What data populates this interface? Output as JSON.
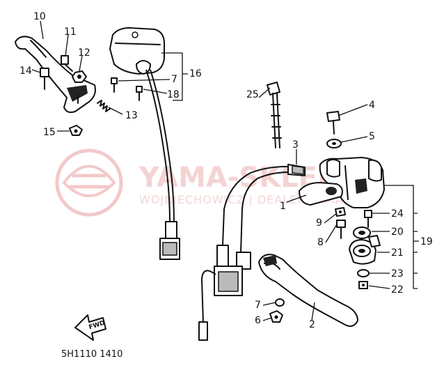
{
  "watermark": {
    "title": "YAMA-SKLEP.PL",
    "subtitle": "WOJNIECHOWICZ | DEALER YAMAHA"
  },
  "figure_code": "5H1110 1410",
  "fwd_label": "FWD",
  "callouts": {
    "c1": "1",
    "c2": "2",
    "c3": "3",
    "c4": "4",
    "c5": "5",
    "c6": "6",
    "c7a": "7",
    "c7b": "7",
    "c8": "8",
    "c9": "9",
    "c10": "10",
    "c11": "11",
    "c12": "12",
    "c13": "13",
    "c14": "14",
    "c15": "15",
    "c16": "16",
    "c18": "18",
    "c19": "19",
    "c20": "20",
    "c21": "21",
    "c22": "22",
    "c23": "23",
    "c24": "24",
    "c25": "25"
  }
}
